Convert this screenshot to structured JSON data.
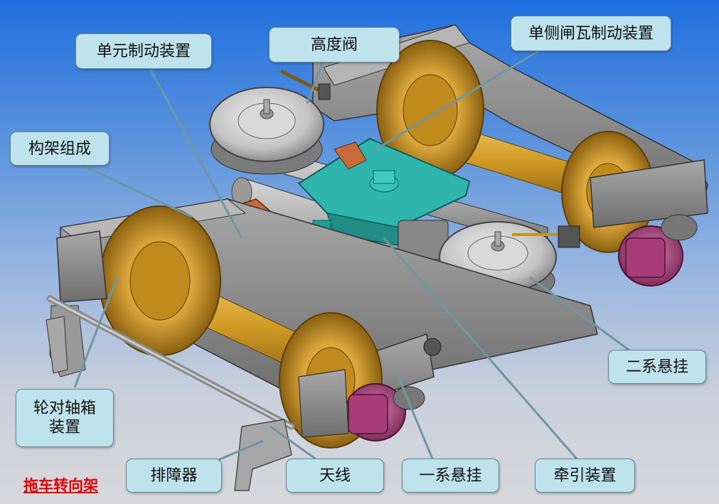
{
  "labels": {
    "unit_brake": "单元制动装置",
    "height_valve": "高度阀",
    "single_shoe_brake": "单侧闸瓦制动装置",
    "frame": "构架组成",
    "secondary_suspension": "二系悬挂",
    "wheelset_axlebox": "轮对轴箱\n装置",
    "guard": "排障器",
    "antenna": "天线",
    "primary_suspension": "一系悬挂",
    "traction": "牵引装置"
  },
  "caption": "拖车转向架",
  "colors": {
    "frame_gray": "#8c8c8c",
    "wheel_gold": "#c8951f",
    "axle_gold": "#d5a42c",
    "brake_disc": "#c9c9c9",
    "traction_plate": "#2fb5ad",
    "axlebox_magenta": "#b24a86",
    "brake_unit_orange": "#c86b3c",
    "callout_fill": "#bfe3ec",
    "caption_red": "#e00000"
  }
}
